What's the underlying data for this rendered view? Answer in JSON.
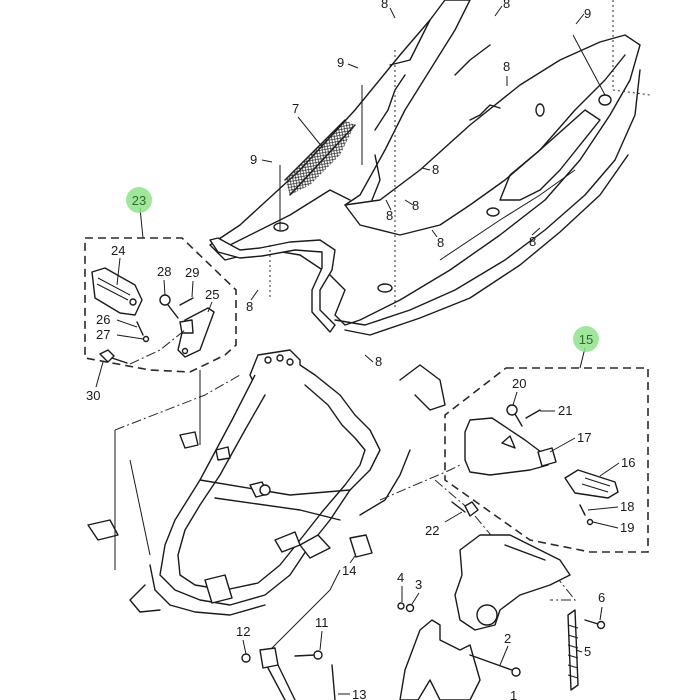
{
  "diagram": {
    "type": "exploded-parts-diagram",
    "subject": "scooter frame, rear body cover, footrests and stand",
    "highlight_color": "#8fe38c",
    "assemblies": [
      {
        "id": "23",
        "label": "23",
        "highlighted": true,
        "contains": [
          "24",
          "25",
          "26",
          "27",
          "28",
          "29"
        ]
      },
      {
        "id": "15",
        "label": "15",
        "highlighted": true,
        "contains": [
          "16",
          "17",
          "18",
          "19",
          "20",
          "21"
        ]
      }
    ],
    "callouts": [
      {
        "key": "c8a",
        "label": "8"
      },
      {
        "key": "c8b",
        "label": "8"
      },
      {
        "key": "c9a",
        "label": "9"
      },
      {
        "key": "c9b",
        "label": "9"
      },
      {
        "key": "c8c",
        "label": "8"
      },
      {
        "key": "c7",
        "label": "7"
      },
      {
        "key": "c9c",
        "label": "9"
      },
      {
        "key": "c8d",
        "label": "8"
      },
      {
        "key": "c8e",
        "label": "8"
      },
      {
        "key": "c8f",
        "label": "8"
      },
      {
        "key": "c8g",
        "label": "8"
      },
      {
        "key": "c8h",
        "label": "8"
      },
      {
        "key": "c8i",
        "label": "8"
      },
      {
        "key": "c8j",
        "label": "8"
      },
      {
        "key": "c24",
        "label": "24"
      },
      {
        "key": "c28",
        "label": "28"
      },
      {
        "key": "c29",
        "label": "29"
      },
      {
        "key": "c25",
        "label": "25"
      },
      {
        "key": "c26",
        "label": "26"
      },
      {
        "key": "c27",
        "label": "27"
      },
      {
        "key": "c30",
        "label": "30"
      },
      {
        "key": "c20",
        "label": "20"
      },
      {
        "key": "c21",
        "label": "21"
      },
      {
        "key": "c17",
        "label": "17"
      },
      {
        "key": "c16",
        "label": "16"
      },
      {
        "key": "c18",
        "label": "18"
      },
      {
        "key": "c19",
        "label": "19"
      },
      {
        "key": "c22",
        "label": "22"
      },
      {
        "key": "c14",
        "label": "14"
      },
      {
        "key": "c4",
        "label": "4"
      },
      {
        "key": "c3",
        "label": "3"
      },
      {
        "key": "c6",
        "label": "6"
      },
      {
        "key": "c2",
        "label": "2"
      },
      {
        "key": "c5",
        "label": "5"
      },
      {
        "key": "c12",
        "label": "12"
      },
      {
        "key": "c11",
        "label": "11"
      },
      {
        "key": "c13",
        "label": "13"
      },
      {
        "key": "c1",
        "label": "1"
      }
    ]
  }
}
